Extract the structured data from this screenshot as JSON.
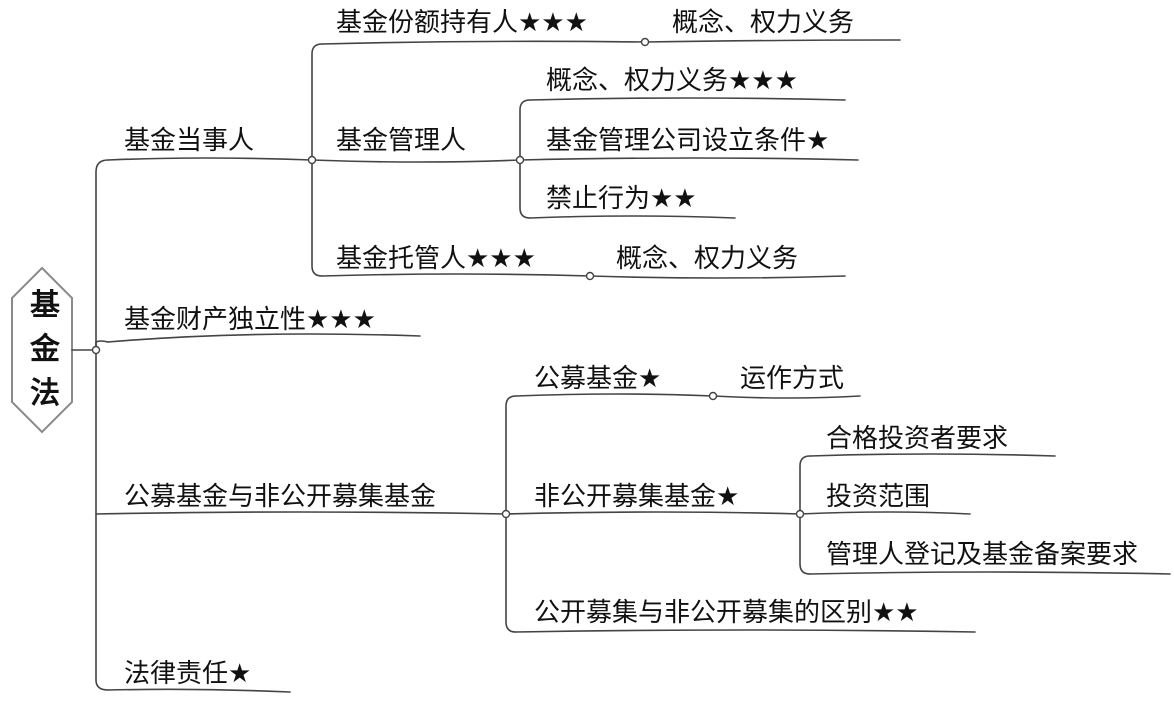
{
  "root": {
    "chars": [
      "基",
      "金",
      "法"
    ]
  },
  "branches": {
    "dangshiren": {
      "label": "基金当事人",
      "children": {
        "fene": {
          "label": "基金份额持有人★★★",
          "leaf": "概念、权力义务"
        },
        "guanliren": {
          "label": "基金管理人",
          "children": [
            "概念、权力义务★★★",
            "基金管理公司设立条件★",
            "禁止行为★★"
          ]
        },
        "tuoguanren": {
          "label": "基金托管人★★★",
          "leaf": "概念、权力义务"
        }
      }
    },
    "caichan": {
      "label": "基金财产独立性★★★"
    },
    "mujijin": {
      "label": "公募基金与非公开募集基金",
      "children": {
        "gongmu": {
          "label": "公募基金★",
          "leaf": "运作方式"
        },
        "feigongkai": {
          "label": "非公开募集基金★",
          "children": [
            "合格投资者要求",
            "投资范围",
            "管理人登记及基金备案要求"
          ]
        },
        "qubie": {
          "label": "公开募集与非公开募集的区别★★"
        }
      }
    },
    "falv": {
      "label": "法律责任★"
    }
  }
}
